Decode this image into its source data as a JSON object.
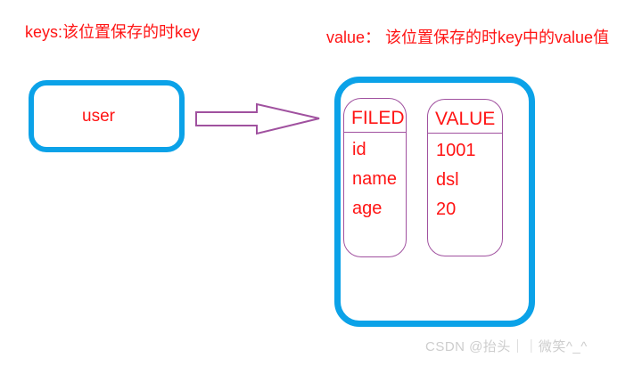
{
  "labels": {
    "keys_annotation": "keys:该位置保存的时key",
    "value_annotation": "value：  该位置保存的时key中的value值"
  },
  "key_box": {
    "text": "user"
  },
  "hash_table": {
    "columns": [
      {
        "header": "FILED",
        "items": [
          "id",
          "name",
          "age"
        ]
      },
      {
        "header": "VALUE",
        "items": [
          "1001",
          "dsl",
          "20"
        ]
      }
    ]
  },
  "watermark": "CSDN @抬头｜｜微笑^_^",
  "colors": {
    "box_border_blue": "#0ba2e8",
    "inner_border_purple": "#a0519f",
    "text_red": "#ff1414",
    "watermark_gray": "#cdcdcd"
  }
}
